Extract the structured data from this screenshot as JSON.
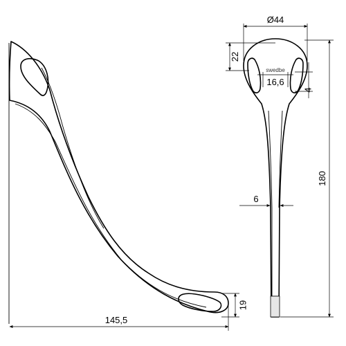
{
  "dimensions": {
    "diameter": "Ø44",
    "head_height": "22",
    "slot_width": "16,6",
    "slot_gap": "4",
    "total_height": "180",
    "stem_width": "6",
    "projection": "145,5",
    "tip_height": "19"
  },
  "brand": "swedbe",
  "line_color": "#000000",
  "background_color": "#ffffff"
}
